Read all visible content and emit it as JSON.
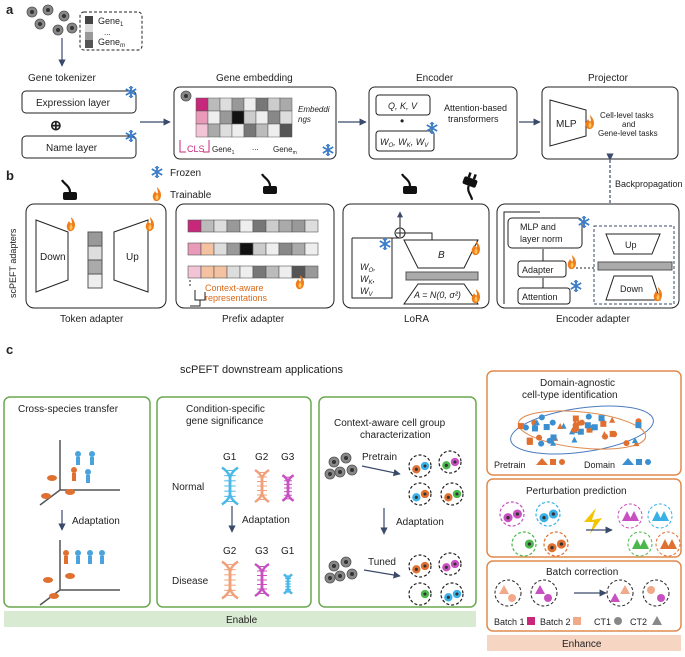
{
  "panel_labels": {
    "a": "a",
    "b": "b",
    "c": "c"
  },
  "panel_a": {
    "gene_list": {
      "gene1": "Gene",
      "gene1_sub": "1",
      "ellipsis": "...",
      "genem": "Gene",
      "genem_sub": "m"
    },
    "tokenizer_title": "Gene tokenizer",
    "expression_layer": "Expression layer",
    "name_layer": "Name layer",
    "plus": "⊕",
    "embedding_title": "Gene embedding",
    "embeddings_label_1": "Embeddi",
    "embeddings_label_2": "ngs",
    "cls": "CLS",
    "emb_gene1": "Gene",
    "emb_gene1_sub": "1",
    "emb_dots": "...",
    "emb_genem": "Gene",
    "emb_genem_sub": "m",
    "encoder_title": "Encoder",
    "qkv": "Q, K, V",
    "bullet": "•",
    "wo_wk_wv": "W",
    "wo_sub": "O",
    "wk_sub": "K",
    "wv_sub": "V",
    "attention_1": "Attention-based",
    "attention_2": "transformers",
    "projector_title": "Projector",
    "mlp": "MLP",
    "tasks_1": "Cell-level tasks",
    "tasks_2": "and",
    "tasks_3": "Gene-level tasks"
  },
  "legend": {
    "frozen": "Frozen",
    "trainable": "Trainable",
    "backprop": "Backpropagation"
  },
  "panel_b": {
    "side_label": "scPEFT adapters",
    "token_adapter": {
      "down": "Down",
      "up": "Up",
      "caption": "Token adapter"
    },
    "prefix_adapter": {
      "context_1": "Context-aware",
      "context_2": "representations",
      "caption": "Prefix adapter"
    },
    "lora": {
      "w1": "W",
      "w1_sub": "O",
      "w2": "W",
      "w2_sub": "K",
      "w3": "W",
      "w3_sub": "V",
      "b": "B",
      "a": "A = N(0, σ²)",
      "caption": "LoRA"
    },
    "encoder_adapter": {
      "mlp_1": "MLP and",
      "mlp_2": "layer norm",
      "adapter": "Adapter",
      "attention": "Attention",
      "up": "Up",
      "down": "Down",
      "caption": "Encoder adapter"
    }
  },
  "panel_c": {
    "title": "scPEFT downstream applications",
    "cross_species": {
      "title": "Cross-species transfer",
      "adaptation": "Adaptation"
    },
    "condition": {
      "title_1": "Condition-specific",
      "title_2": "gene significance",
      "top_genes": [
        "G1",
        "G2",
        "G3"
      ],
      "normal": "Normal",
      "adaptation": "Adaptation",
      "bottom_genes": [
        "G2",
        "G3",
        "G1"
      ],
      "disease": "Disease"
    },
    "context_group": {
      "title_1": "Context-aware cell group",
      "title_2": "characterization",
      "pretrain": "Pretrain",
      "adaptation": "Adaptation",
      "tuned": "Tuned"
    },
    "domain_agnostic": {
      "title_1": "Domain-agnostic",
      "title_2": "cell-type identification",
      "pretrain": "Pretrain",
      "domain": "Domain"
    },
    "perturbation": {
      "title": "Perturbation prediction"
    },
    "batch": {
      "title": "Batch correction",
      "batch1": "Batch 1",
      "batch2": "Batch 2",
      "ct1": "CT1",
      "ct2": "CT2"
    },
    "enable": "Enable",
    "enhance": "Enhance"
  },
  "colors": {
    "green": "#6aa84f",
    "orange": "#e08a4c",
    "navy": "#3a4a6a",
    "frozen": "#3d7dc6",
    "flame": "#f07d1a",
    "magenta": "#c8287a",
    "pink": "#e89ab8",
    "peach": "#f4c2a0",
    "enable_bg": "#d9ead3",
    "enhance_bg": "#f6d5c3"
  }
}
